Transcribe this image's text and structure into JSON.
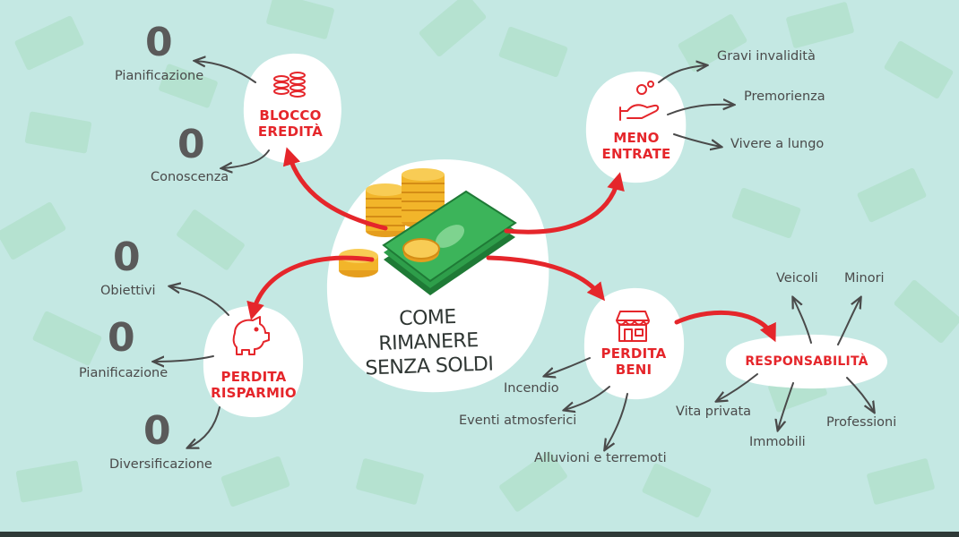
{
  "center": {
    "title_line1": "COME RIMANERE",
    "title_line2": "SENZA SOLDI"
  },
  "nodes": {
    "blocco": {
      "line1": "BLOCCO",
      "line2": "EREDITÀ",
      "icon": "coin-stack-icon"
    },
    "meno": {
      "line1": "MENO",
      "line2": "ENTRATE",
      "icon": "hand-coin-icon"
    },
    "risparmio": {
      "line1": "PERDITA",
      "line2": "RISPARMIO",
      "icon": "piggy-bank-icon"
    },
    "beni": {
      "line1": "PERDITA",
      "line2": "BENI",
      "icon": "shop-icon"
    },
    "responsabilita": {
      "label": "RESPONSABILITÀ"
    }
  },
  "leaves": {
    "blocco_pianificazione": "Pianificazione",
    "blocco_conoscenza": "Conoscenza",
    "meno_gravi": "Gravi invalidità",
    "meno_premorienza": "Premorienza",
    "meno_vivere": "Vivere a lungo",
    "risp_obiettivi": "Obiettivi",
    "risp_pianificazione": "Pianificazione",
    "risp_diversificazione": "Diversificazione",
    "beni_incendio": "Incendio",
    "beni_eventi": "Eventi atmosferici",
    "beni_alluvioni": "Alluvioni e terremoti",
    "resp_veicoli": "Veicoli",
    "resp_minori": "Minori",
    "resp_vita": "Vita privata",
    "resp_immobili": "Immobili",
    "resp_professioni": "Professioni"
  },
  "zeros": [
    "0",
    "0",
    "0",
    "0",
    "0"
  ],
  "colors": {
    "background": "#c4e8e3",
    "accent_red": "#e5262b",
    "text_gray": "#4a4a4a",
    "money_green": "#2e9e4a",
    "coin_gold": "#f2b52a"
  }
}
